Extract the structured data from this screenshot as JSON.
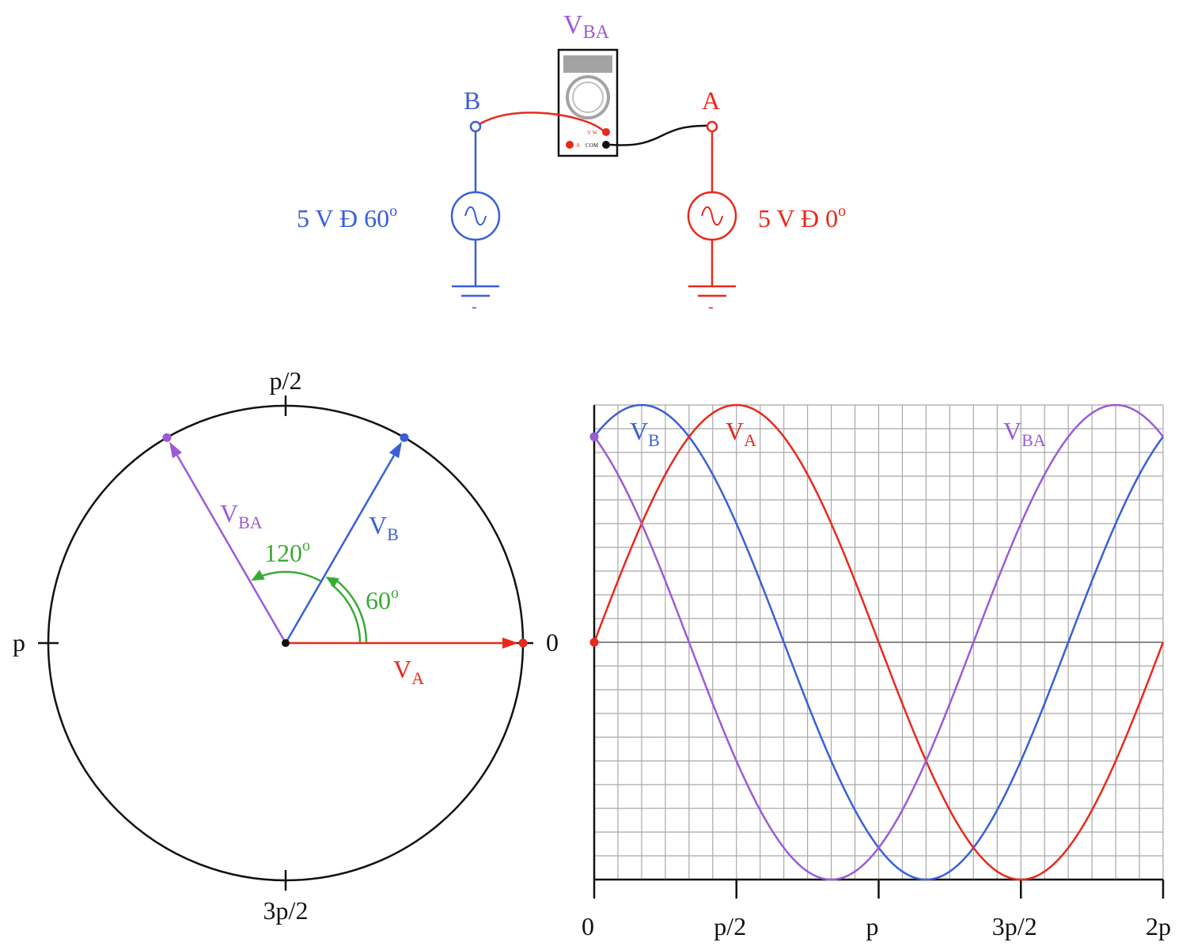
{
  "colors": {
    "blue": "#3a5fd6",
    "red": "#e8291c",
    "purple": "#9b5bd6",
    "green": "#3aaa35",
    "black": "#111111",
    "grid": "#a8a8a8",
    "meter_display": "#a3a3a3"
  },
  "circuit": {
    "meter_label": {
      "main": "V",
      "sub": "BA"
    },
    "node_b_label": "B",
    "node_a_label": "A",
    "source_b_label": "5 V Đ 60",
    "source_b_deg": "o",
    "source_a_label": "5 V Đ 0",
    "source_a_deg": "o",
    "meter_terminal_v": "V W",
    "meter_terminal_a": "A",
    "meter_terminal_com": "COM",
    "ground_minus": "-"
  },
  "phasor": {
    "label_top": "p/2",
    "label_left": "p",
    "label_right": "0",
    "label_bottom": "3p/2",
    "vectors": [
      {
        "name": "VA",
        "main": "V",
        "sub": "A",
        "angle_deg": 0,
        "color": "red"
      },
      {
        "name": "VB",
        "main": "V",
        "sub": "B",
        "angle_deg": 60,
        "color": "blue"
      },
      {
        "name": "VBA",
        "main": "V",
        "sub": "BA",
        "angle_deg": 120,
        "color": "purple"
      }
    ],
    "arc_60_label": "60",
    "arc_120_label": "120",
    "deg_symbol": "o"
  },
  "chart_data": {
    "type": "line",
    "x_range": [
      0,
      6.2832
    ],
    "y_range": [
      -1,
      1
    ],
    "x_tick_labels": [
      "0",
      "p/2",
      "p",
      "3p/2",
      "2p"
    ],
    "series": [
      {
        "name_main": "V",
        "name_sub": "B",
        "phase_deg": 60,
        "color": "blue"
      },
      {
        "name_main": "V",
        "name_sub": "A",
        "phase_deg": 0,
        "color": "red"
      },
      {
        "name_main": "V",
        "name_sub": "BA",
        "phase_deg": 120,
        "color": "purple"
      }
    ],
    "grid": true
  }
}
